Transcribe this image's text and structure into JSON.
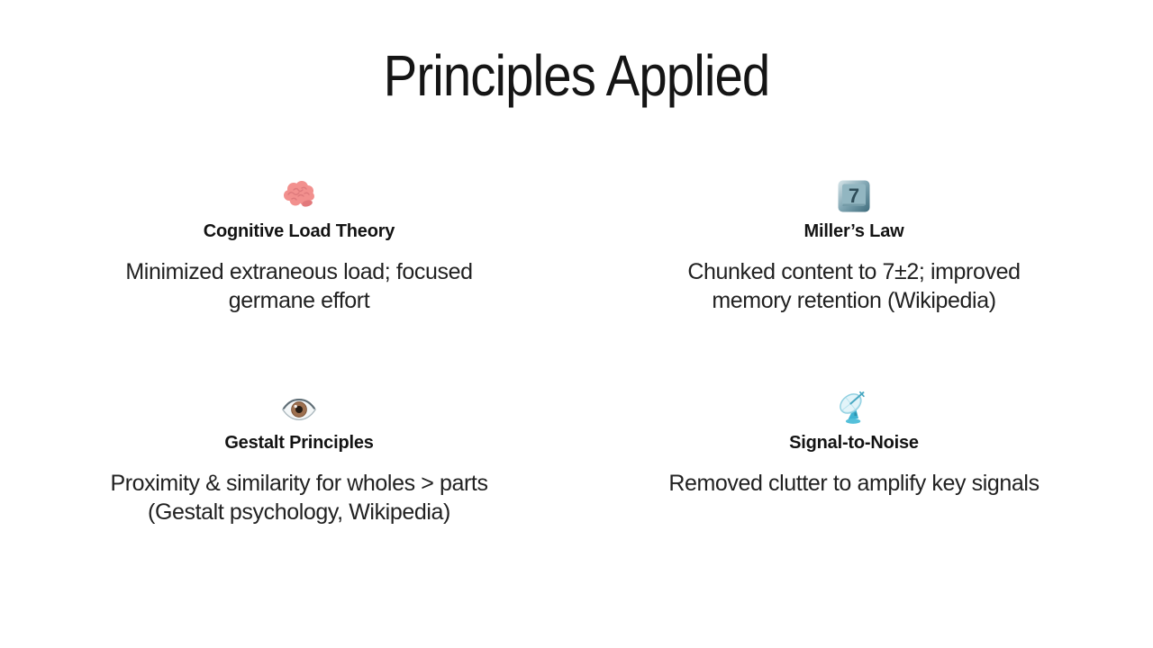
{
  "slide": {
    "title": "Principles Applied",
    "cards": [
      {
        "id": "cognitive-load-theory",
        "icon": "brain-icon",
        "title": "Cognitive Load Theory",
        "description": "Minimized extraneous load; focused\ngermane effort"
      },
      {
        "id": "millers-law",
        "icon": "keycap-seven-icon",
        "title": "Miller’s Law",
        "description": "Chunked content to 7±2; improved\nmemory retention (Wikipedia)"
      },
      {
        "id": "gestalt-principles",
        "icon": "eye-icon",
        "title": "Gestalt Principles",
        "description": "Proximity & similarity for wholes > parts\n(Gestalt psychology, Wikipedia)"
      },
      {
        "id": "signal-to-noise",
        "icon": "satellite-dish-icon",
        "title": "Signal-to-Noise",
        "description": "Removed clutter to amplify key signals"
      }
    ],
    "colors": {
      "background": "#ffffff",
      "title_text": "#151515",
      "heading_text": "#131313",
      "body_text": "#212121",
      "brain_pink": "#f2908e",
      "brain_line": "#de7a7c",
      "keycap_face": "#92b6c1",
      "keycap_digit": "#2e4c58",
      "eye_iris_brown": "#9d7050",
      "dish_blue": "#4cbcd8"
    }
  }
}
